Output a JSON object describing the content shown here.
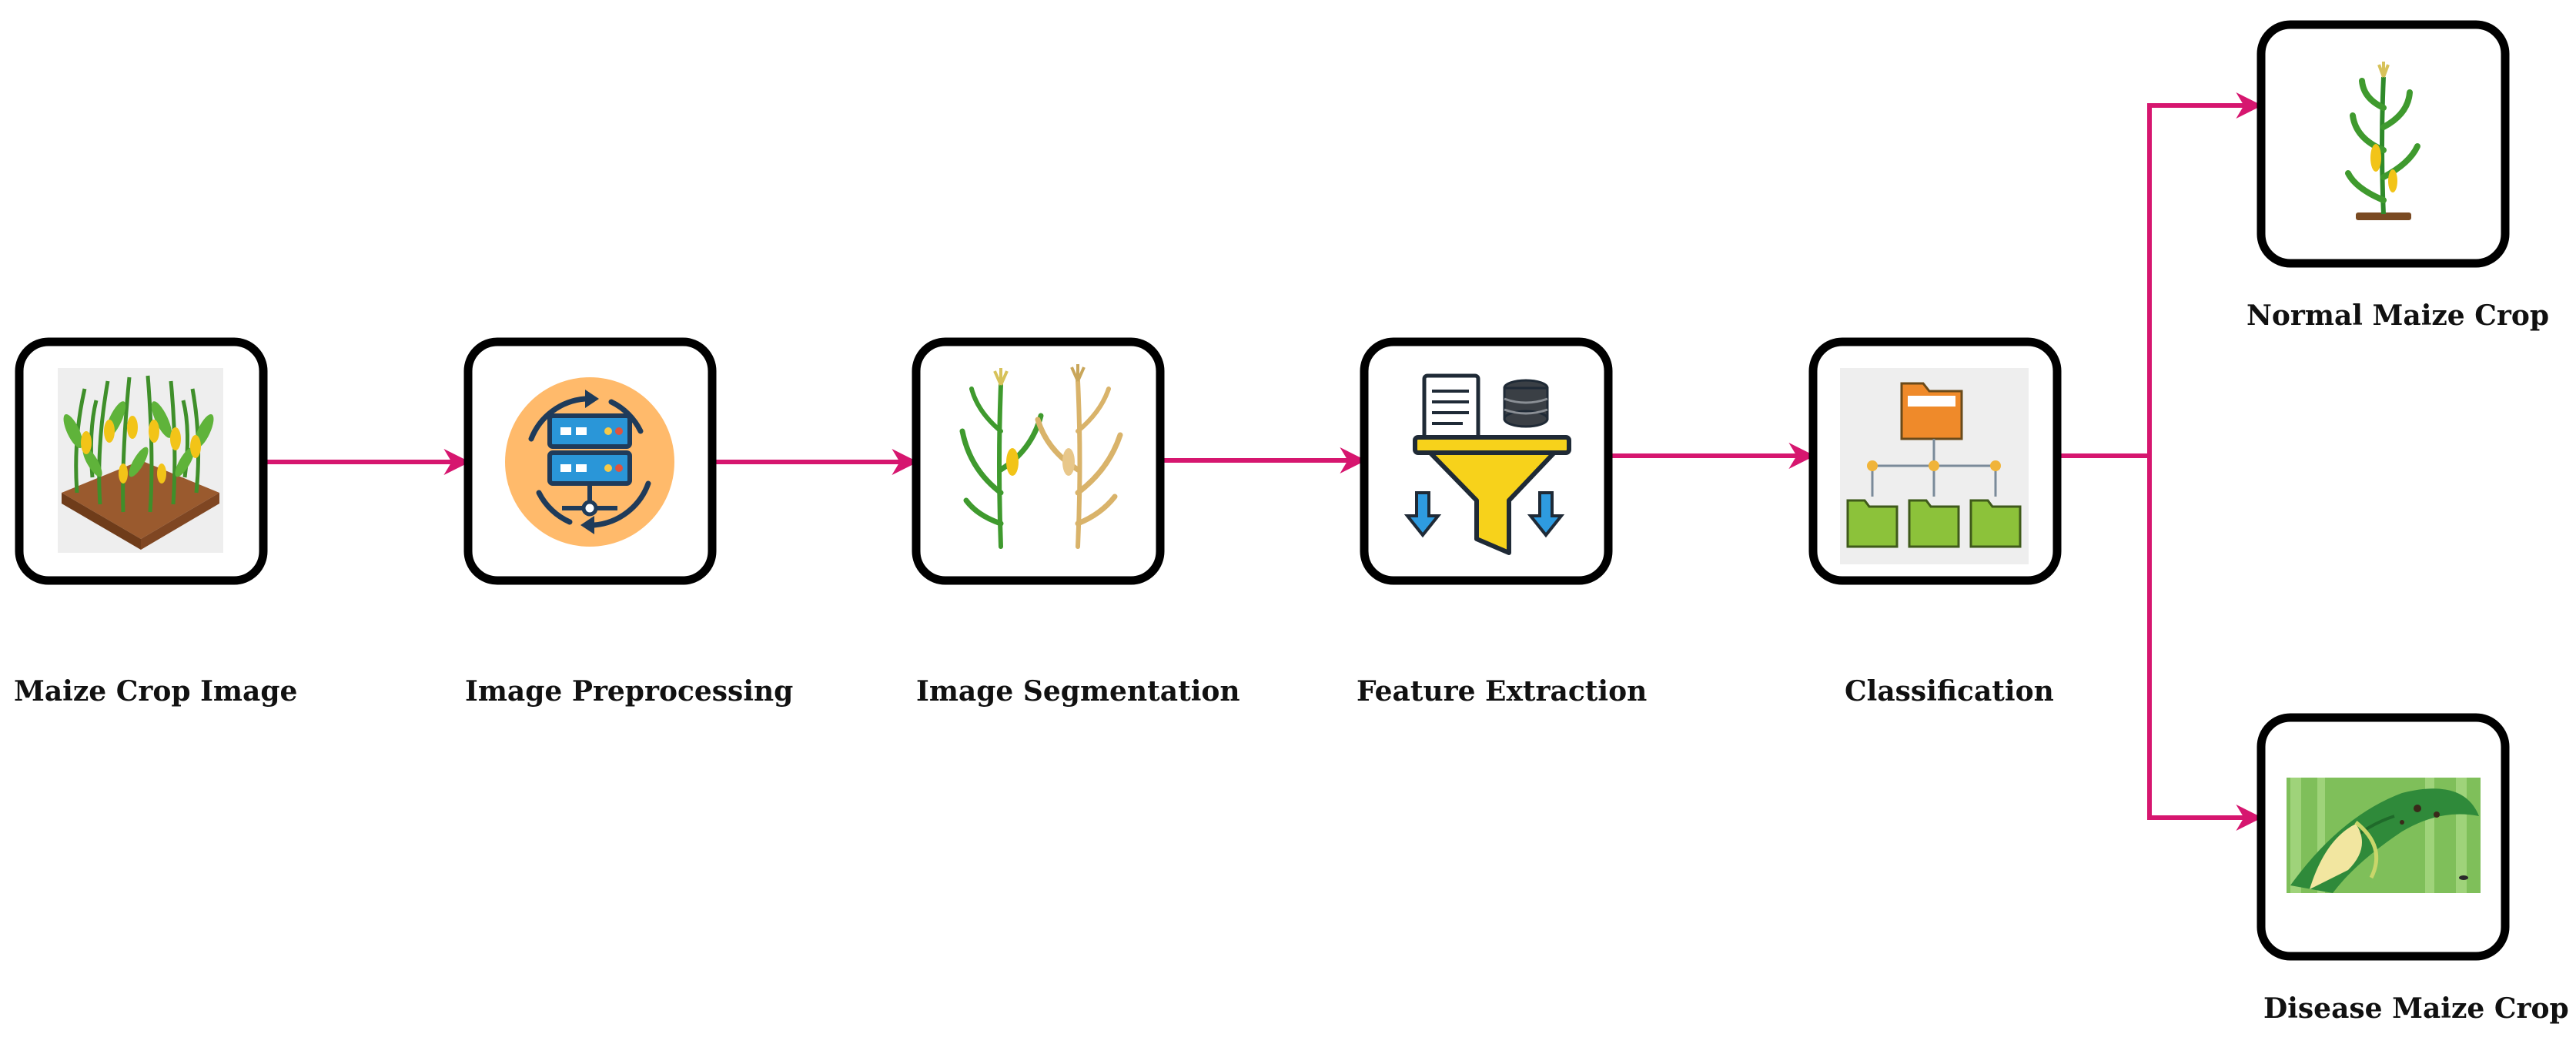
{
  "diagram": {
    "nodes": [
      {
        "id": "maize-crop-image",
        "label": "Maize Crop Image",
        "icon": "corn-field-icon"
      },
      {
        "id": "image-preprocessing",
        "label": "Image Preprocessing",
        "icon": "server-sync-icon"
      },
      {
        "id": "image-segmentation",
        "label": "Image Segmentation",
        "icon": "corn-plants-icon"
      },
      {
        "id": "feature-extraction",
        "label": "Feature Extraction",
        "icon": "data-funnel-icon"
      },
      {
        "id": "classification",
        "label": "Classification",
        "icon": "folder-hierarchy-icon"
      },
      {
        "id": "normal-maize-crop",
        "label": "Normal Maize Crop",
        "icon": "healthy-corn-plant-icon"
      },
      {
        "id": "disease-maize-crop",
        "label": "Disease Maize Crop",
        "icon": "diseased-leaf-icon"
      }
    ],
    "edges": [
      {
        "from": "maize-crop-image",
        "to": "image-preprocessing"
      },
      {
        "from": "image-preprocessing",
        "to": "image-segmentation"
      },
      {
        "from": "image-segmentation",
        "to": "feature-extraction"
      },
      {
        "from": "feature-extraction",
        "to": "classification"
      },
      {
        "from": "classification",
        "to": "normal-maize-crop"
      },
      {
        "from": "classification",
        "to": "disease-maize-crop"
      }
    ],
    "colors": {
      "arrow": "#d6166f",
      "box_border": "#000000",
      "label": "#111111"
    }
  }
}
